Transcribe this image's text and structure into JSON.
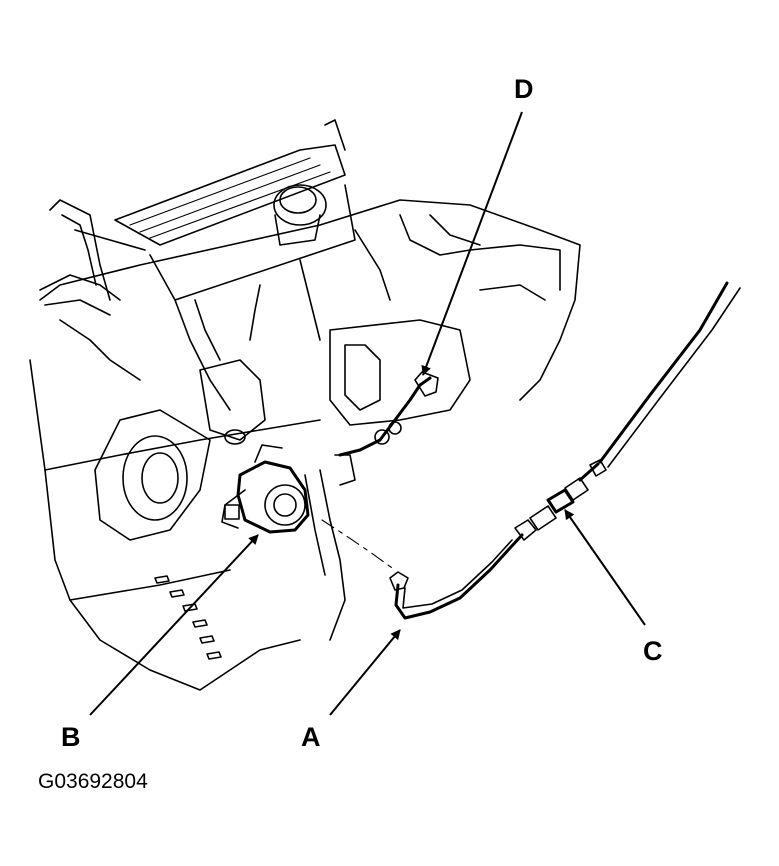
{
  "diagram": {
    "callouts": {
      "a": "A",
      "b": "B",
      "c": "C",
      "d": "D"
    },
    "figure_id": "G03692804",
    "colors": {
      "line": "#000000",
      "background": "#ffffff"
    }
  }
}
